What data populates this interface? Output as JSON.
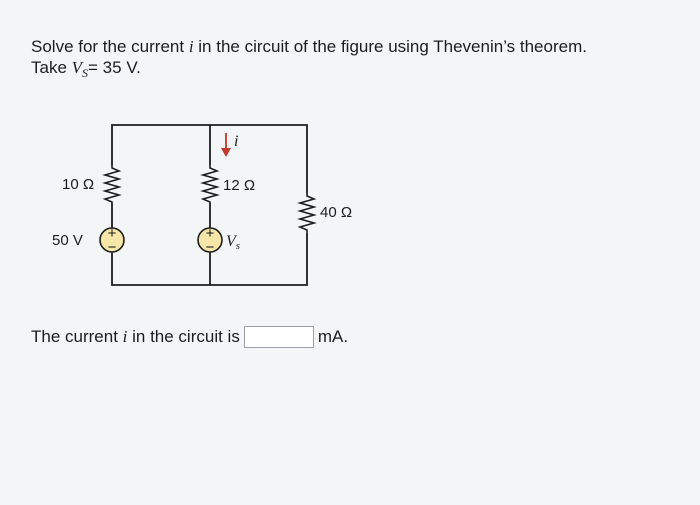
{
  "question": {
    "line1_prefix": "Solve for the current ",
    "line1_var": "i",
    "line1_suffix": " in the circuit of the figure using Thevenin’s theorem.",
    "line2_prefix": "Take ",
    "line2_var": "V",
    "line2_sub": "S",
    "line2_suffix": "= 35 V."
  },
  "circuit": {
    "r1_label": "10 Ω",
    "r2_label": "12 Ω",
    "r3_label": "40 Ω",
    "source1_label": "50 V",
    "source2_label": "V",
    "source2_sub": "s",
    "current_label": "i",
    "plus_symbol": "+",
    "minus_symbol": "−"
  },
  "answer": {
    "prefix_part1": "The current ",
    "prefix_var": "i",
    "prefix_part2": " in the circuit is",
    "value": "",
    "unit": "mA."
  }
}
